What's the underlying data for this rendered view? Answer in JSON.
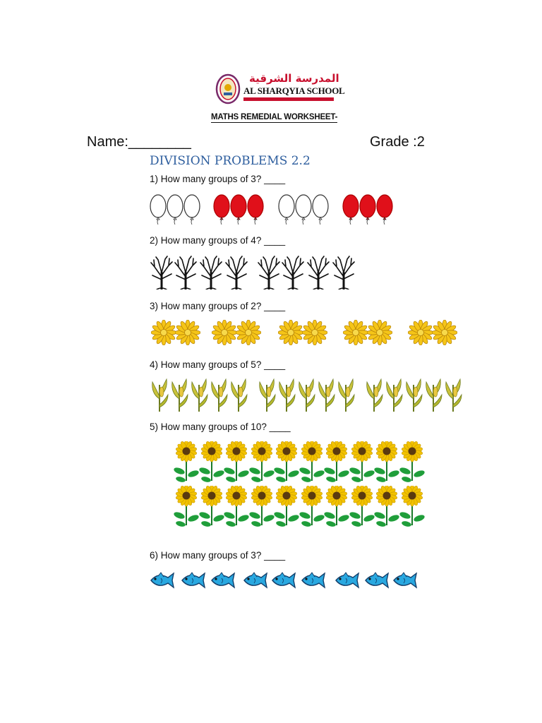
{
  "header": {
    "school_arabic": "المدرسة الشرقية",
    "school_name": "AL SHARQYIA SCHOOL",
    "worksheet_title": "MATHS   REMEDIAL WORKSHEET-"
  },
  "student": {
    "name_label": "Name:________",
    "grade_label": "Grade :2"
  },
  "worksheet": {
    "heading": "DIVISION PROBLEMS 2.2",
    "questions": [
      {
        "text": "1) How many groups of 3? ____",
        "picture": "balloon",
        "total": 12
      },
      {
        "text": "2) How many groups of 4? ____",
        "picture": "bare-tree",
        "total": 8
      },
      {
        "text": "3) How many groups of 2? ____",
        "picture": "daisy-flower",
        "total": 10
      },
      {
        "text": "4) How many groups of 5? ____",
        "picture": "corn-stalk",
        "total": 15
      },
      {
        "text": "5) How many groups of 10? ____",
        "picture": "sunflower",
        "total": 20
      },
      {
        "text": "6) How many groups of 3? ____",
        "picture": "blue-fish",
        "total": 9
      }
    ]
  },
  "colors": {
    "heading_blue": "#2e5e9e",
    "balloon_red": "#e0101a",
    "flower_yellow": "#f5c518",
    "corn_green": "#c9c23a",
    "sunflower_petal": "#f2c200",
    "leaf_green": "#1f9e3a",
    "fish_blue": "#29a8e0",
    "school_red": "#c8102e"
  }
}
